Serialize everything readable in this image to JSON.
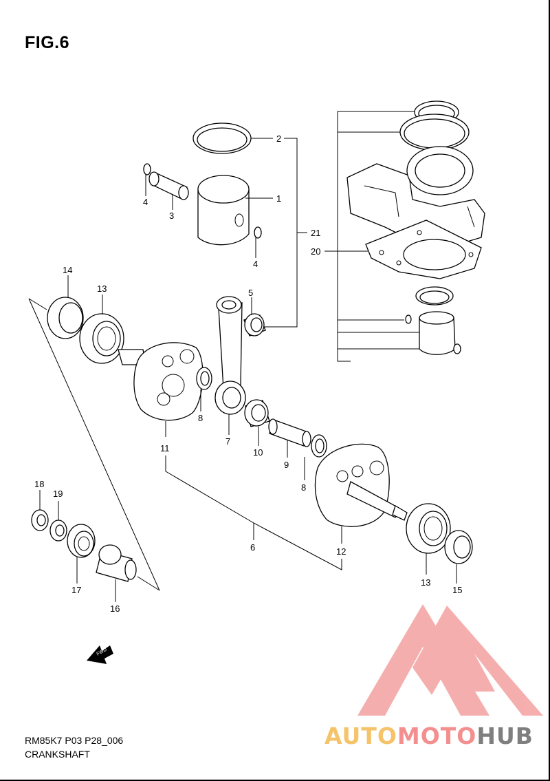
{
  "figure": {
    "title": "FIG.6"
  },
  "footer": {
    "code": "RM85K7 P03 P28_006",
    "name": "CRANKSHAFT"
  },
  "fwd_label": "FWD",
  "watermark": {
    "part1": "AUTO",
    "part2": "MOTO",
    "part3": "HUB",
    "colors": {
      "auto": "#f5c36a",
      "moto": "#f38f8f",
      "hub": "#7f7f7f",
      "triangle": "#f07a7a"
    }
  },
  "callouts": {
    "c1": "1",
    "c2": "2",
    "c3": "3",
    "c4a": "4",
    "c4b": "4",
    "c5": "5",
    "c6": "6",
    "c7": "7",
    "c8a": "8",
    "c8b": "8",
    "c9": "9",
    "c10": "10",
    "c11": "11",
    "c12": "12",
    "c13a": "13",
    "c13b": "13",
    "c14": "14",
    "c15": "15",
    "c16": "16",
    "c17": "17",
    "c18": "18",
    "c19": "19",
    "c20": "20",
    "c21": "21"
  }
}
